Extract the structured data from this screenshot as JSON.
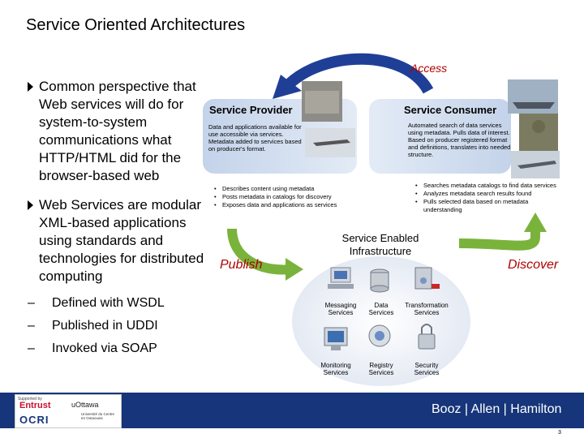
{
  "title": "Service Oriented Architectures",
  "bullets": [
    {
      "text": "Common perspective that Web services will do for system-to-system communications what HTTP/HTML did for the browser-based web"
    },
    {
      "text": "Web Services are modular XML-based applications using standards and technologies for distributed computing"
    }
  ],
  "sub_bullets": [
    {
      "dash": "–",
      "text": "Defined with WSDL"
    },
    {
      "dash": "–",
      "text": "Published in UDDI"
    },
    {
      "dash": "–",
      "text": "Invoked via SOAP"
    }
  ],
  "diagram": {
    "access_label": "Access",
    "publish_label": "Publish",
    "discover_label": "Discover",
    "provider": {
      "title": "Service Provider",
      "description": "Data and applications available for use accessible via services. Metadata added to services based on producer's format.",
      "items": [
        "Describes content using metadata",
        "Posts metadata in catalogs for discovery",
        "Exposes data and applications as services"
      ]
    },
    "consumer": {
      "title": "Service Consumer",
      "description": "Automated search of data services using metadata. Pulls data of interest. Based on producer registered format and definitions, translates into needed structure.",
      "items": [
        "Searches metadata catalogs to find data services",
        "Analyzes metadata search results found",
        "Pulls selected data based on metadata understanding"
      ]
    },
    "infrastructure": {
      "title": "Service Enabled Infrastructure",
      "services": [
        {
          "label_1": "Messaging",
          "label_2": "Services",
          "icon": "messaging-icon"
        },
        {
          "label_1": "Data",
          "label_2": "Services",
          "icon": "database-icon"
        },
        {
          "label_1": "Transformation",
          "label_2": "Services",
          "icon": "transformation-icon"
        },
        {
          "label_1": "Monitoring",
          "label_2": "Services",
          "icon": "monitor-icon"
        },
        {
          "label_1": "Registry",
          "label_2": "Services",
          "icon": "registry-icon"
        },
        {
          "label_1": "Security",
          "label_2": "Services",
          "icon": "lock-icon"
        }
      ]
    }
  },
  "footer": {
    "supported_by": "Supported by",
    "logo_1": "Entrust",
    "logo_2": "uOttawa",
    "logo_3": "OCRI",
    "logo_4": "Université du Centre en Outaouais",
    "brand": "Booz | Allen | Hamilton",
    "page": "3"
  },
  "colors": {
    "arrow_blue": "#1f3f97",
    "arrow_green": "#7ab33c",
    "label_red": "#b00000",
    "footer_blue": "#16357a",
    "panel_blue": "#c4d3ea"
  }
}
